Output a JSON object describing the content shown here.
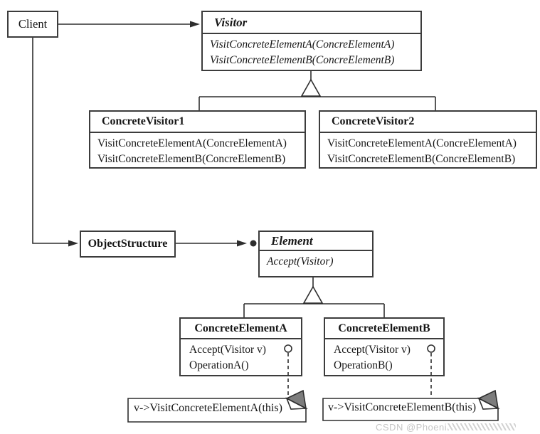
{
  "diagram": {
    "classes": {
      "client": {
        "name": "Client"
      },
      "visitor": {
        "name": "Visitor",
        "methods": [
          "VisitConcreteElementA(ConcreElementA)",
          "VisitConcreteElementB(ConcreElementB)"
        ]
      },
      "concrete_visitor1": {
        "name": "ConcreteVisitor1",
        "methods": [
          "VisitConcreteElementA(ConcreElementA)",
          "VisitConcreteElementB(ConcreElementB)"
        ]
      },
      "concrete_visitor2": {
        "name": "ConcreteVisitor2",
        "methods": [
          "VisitConcreteElementA(ConcreElementA)",
          "VisitConcreteElementB(ConcreElementB)"
        ]
      },
      "object_structure": {
        "name": "ObjectStructure"
      },
      "element": {
        "name": "Element",
        "methods": [
          "Accept(Visitor)"
        ]
      },
      "concrete_element_a": {
        "name": "ConcreteElementA",
        "methods": [
          "Accept(Visitor v)",
          "OperationA()"
        ]
      },
      "concrete_element_b": {
        "name": "ConcreteElementB",
        "methods": [
          "Accept(Visitor v)",
          "OperationB()"
        ]
      }
    },
    "notes": {
      "note_a": {
        "text": "v->VisitConcreteElementA(this)"
      },
      "note_b": {
        "text": "v->VisitConcreteElementB(this)"
      }
    },
    "watermark": {
      "text": "CSDN @Phoeni"
    },
    "colors": {
      "line": "#2e2e2e",
      "fold_gray": "#7d7d7d",
      "watermark_gray": "#c6c6c6"
    }
  }
}
